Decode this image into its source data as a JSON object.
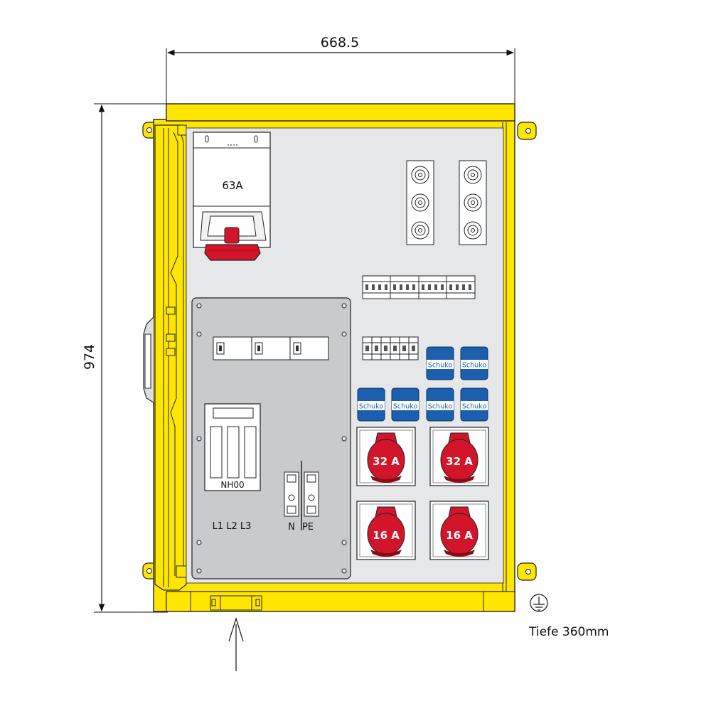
{
  "dimensions": {
    "width": "668.5",
    "height": "974",
    "depth": "Tiefe 360mm"
  },
  "main_socket": {
    "rating": "63A"
  },
  "fuse": {
    "type": "NH00",
    "phases": "L1 L2 L3"
  },
  "terminals": {
    "neutral": "N",
    "earth": "PE"
  },
  "schuko": {
    "label": "Schuko",
    "count": 6
  },
  "cee_sockets": [
    "32 A",
    "32 A",
    "16 A",
    "16 A"
  ],
  "colors": {
    "housing": "#ffe600",
    "panel": "#e6e7e9",
    "schuko": "#1c5fae",
    "cee": "#d2152a"
  },
  "icons": [
    "earth-ground-icon",
    "arrow-up-icon"
  ]
}
